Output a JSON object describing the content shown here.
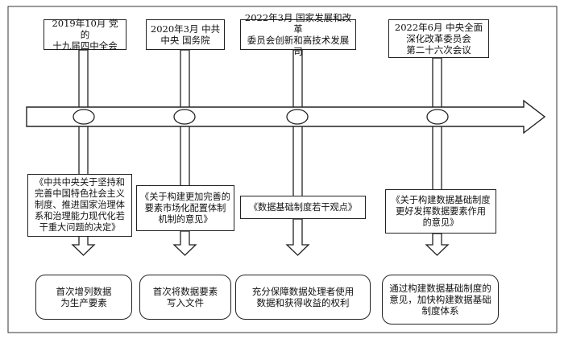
{
  "events": [
    {
      "top": [
        "2019年10月 党的",
        "十九届四中全会"
      ],
      "doc": [
        "《中共中央关于坚持和",
        "完善中国特色社会主义",
        "制度、推进国家治理体",
        "系和治理能力现代化若",
        "干重大问题的决定》"
      ],
      "result": [
        "首次增列数据",
        "为生产要素"
      ]
    },
    {
      "top": [
        "2020年3月 中共",
        "中央 国务院"
      ],
      "doc": [
        "《关于构建更加完善的",
        "要素市场化配置体制",
        "机制的意见》"
      ],
      "result": [
        "首次将数据要素",
        "写入文件"
      ]
    },
    {
      "top": [
        "2022年3月 国家发展和改革",
        "委员会创新和高技术发展司"
      ],
      "doc": [
        "《数据基础制度若干观点》"
      ],
      "result": [
        "充分保障数据处理者使用",
        "数据和获得收益的权利"
      ]
    },
    {
      "top": [
        "2022年6月 中央全面",
        "深化改革委员会",
        "第二十六次会议"
      ],
      "doc": [
        "《关于构建数据基础制度",
        "更好发挥数据要素作用",
        "的意见》"
      ],
      "result": [
        "通过构建数据基础制度的",
        "意见，加快构建数据基础",
        "制度体系"
      ]
    }
  ]
}
